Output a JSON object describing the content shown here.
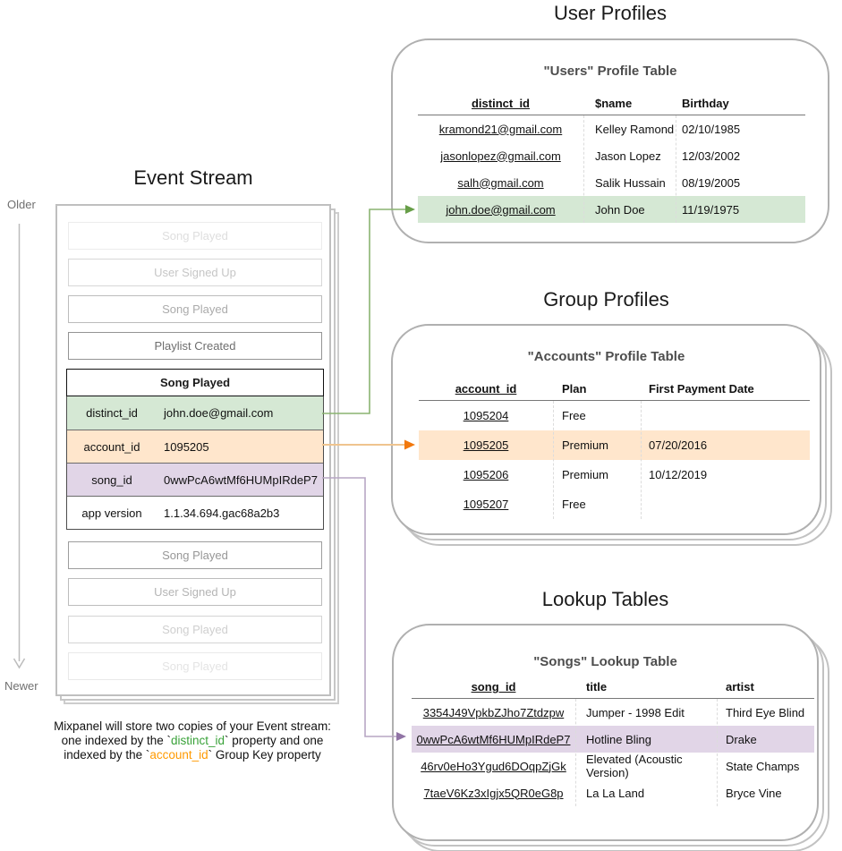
{
  "event_stream": {
    "title": "Event Stream",
    "timeline": {
      "older_label": "Older",
      "newer_label": "Newer"
    },
    "events_before": [
      "Song Played",
      "User Signed Up",
      "Song Played",
      "Playlist Created"
    ],
    "expanded_event": {
      "title": "Song Played",
      "properties": [
        {
          "key": "distinct_id",
          "value": "john.doe@gmail.com"
        },
        {
          "key": "account_id",
          "value": "1095205"
        },
        {
          "key": "song_id",
          "value": "0wwPcA6wtMf6HUMpIRdeP7"
        },
        {
          "key": "app version",
          "value": "1.1.34.694.gac68a2b3"
        }
      ]
    },
    "events_after": [
      "Song Played",
      "User Signed Up",
      "Song Played",
      "Song Played"
    ]
  },
  "caption": {
    "line1": "Mixpanel will store two copies of your Event stream:",
    "line2_prefix": "one indexed by the `",
    "line2_code": "distinct_id",
    "line2_suffix": "` property and one",
    "line3_prefix": "indexed by the `",
    "line3_code": "account_id",
    "line3_suffix": "` Group Key property"
  },
  "user_profiles": {
    "section_title": "User Profiles",
    "table_title": "\"Users\" Profile Table",
    "columns": [
      "distinct_id",
      "$name",
      "Birthday"
    ],
    "rows": [
      [
        "kramond21@gmail.com",
        "Kelley Ramond",
        "02/10/1985"
      ],
      [
        "jasonlopez@gmail.com",
        "Jason Lopez",
        "12/03/2002"
      ],
      [
        "salh@gmail.com",
        "Salik Hussain",
        "08/19/2005"
      ],
      [
        "john.doe@gmail.com",
        "John Doe",
        "11/19/1975"
      ]
    ]
  },
  "group_profiles": {
    "section_title": "Group Profiles",
    "table_title": "\"Accounts\" Profile Table",
    "columns": [
      "account_id",
      "Plan",
      "First Payment Date"
    ],
    "rows": [
      [
        "1095204",
        "Free",
        ""
      ],
      [
        "1095205",
        "Premium",
        "07/20/2016"
      ],
      [
        "1095206",
        "Premium",
        "10/12/2019"
      ],
      [
        "1095207",
        "Free",
        ""
      ]
    ]
  },
  "lookup_tables": {
    "section_title": "Lookup Tables",
    "table_title": "\"Songs\" Lookup Table",
    "columns": [
      "song_id",
      "title",
      "artist"
    ],
    "rows": [
      [
        "3354J49VpkbZJho7Ztdzpw",
        "Jumper - 1998 Edit",
        "Third Eye Blind"
      ],
      [
        "0wwPcA6wtMf6HUMpIRdeP7",
        "Hotline Bling",
        "Drake"
      ],
      [
        "46rv0eHo3Ygud6DOqpZjGk",
        "Elevated (Acoustic Version)",
        "State Champs"
      ],
      [
        "7taeV6Kz3xIgjx5QR0eG8p",
        "La La Land",
        "Bryce Vine"
      ]
    ]
  },
  "colors": {
    "green_highlight": "#d5e8d4",
    "orange_highlight": "#ffe6cc",
    "purple_highlight": "#e1d5e7",
    "green_connector_line": "#8ab471",
    "green_connector_arrow": "#679e48",
    "orange_connector_line": "#efc48e",
    "orange_connector_arrow": "#f2780c",
    "purple_connector_line": "#b7a6c4",
    "purple_connector_arrow": "#9174a5",
    "timeline_gray": "#bcbcbc",
    "caption_green": "#3aa23a",
    "caption_orange": "#ff9a00"
  }
}
